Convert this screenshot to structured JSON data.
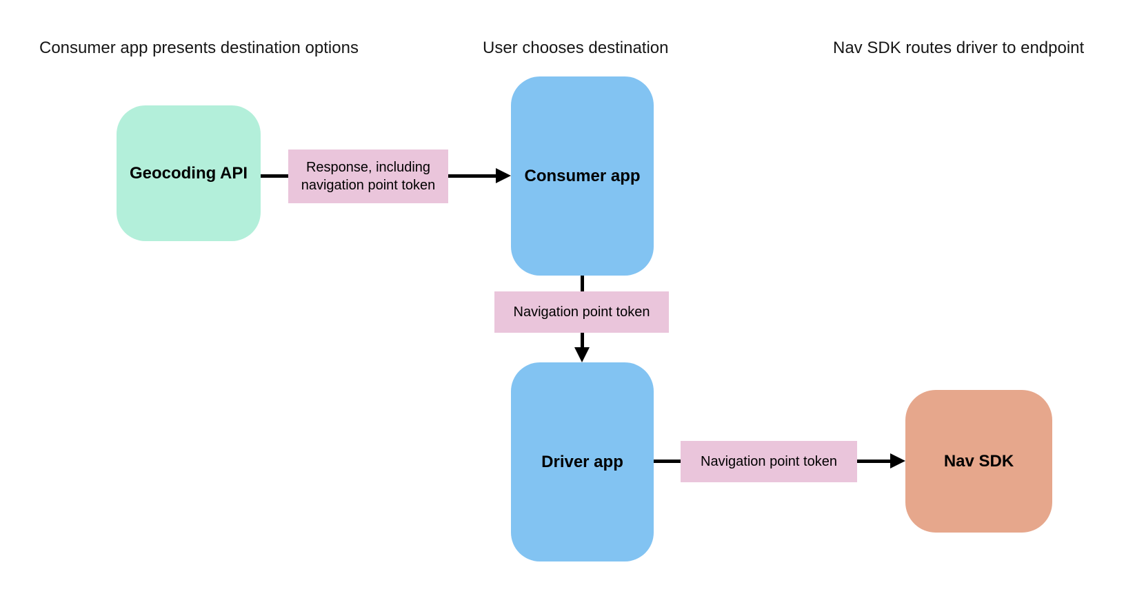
{
  "diagram": {
    "column_headers": [
      {
        "text": "Consumer app presents destination options"
      },
      {
        "text": "User chooses destination"
      },
      {
        "text": "Nav SDK routes driver to endpoint"
      }
    ],
    "nodes": [
      {
        "id": "geocoding-api",
        "label": "Geocoding API",
        "color": "#b3efda"
      },
      {
        "id": "consumer-app",
        "label": "Consumer app",
        "color": "#82c3f2"
      },
      {
        "id": "driver-app",
        "label": "Driver app",
        "color": "#82c3f2"
      },
      {
        "id": "nav-sdk",
        "label": "Nav SDK",
        "color": "#e6a78c"
      }
    ],
    "edges": [
      {
        "from": "geocoding-api",
        "to": "consumer-app",
        "label": "Response, including navigation point token"
      },
      {
        "from": "consumer-app",
        "to": "driver-app",
        "label": "Navigation point token"
      },
      {
        "from": "driver-app",
        "to": "nav-sdk",
        "label": "Navigation point token"
      }
    ]
  },
  "colors": {
    "edge_label_bg": "#eac5db",
    "arrow": "#000000",
    "background": "#ffffff",
    "text": "#000000"
  }
}
